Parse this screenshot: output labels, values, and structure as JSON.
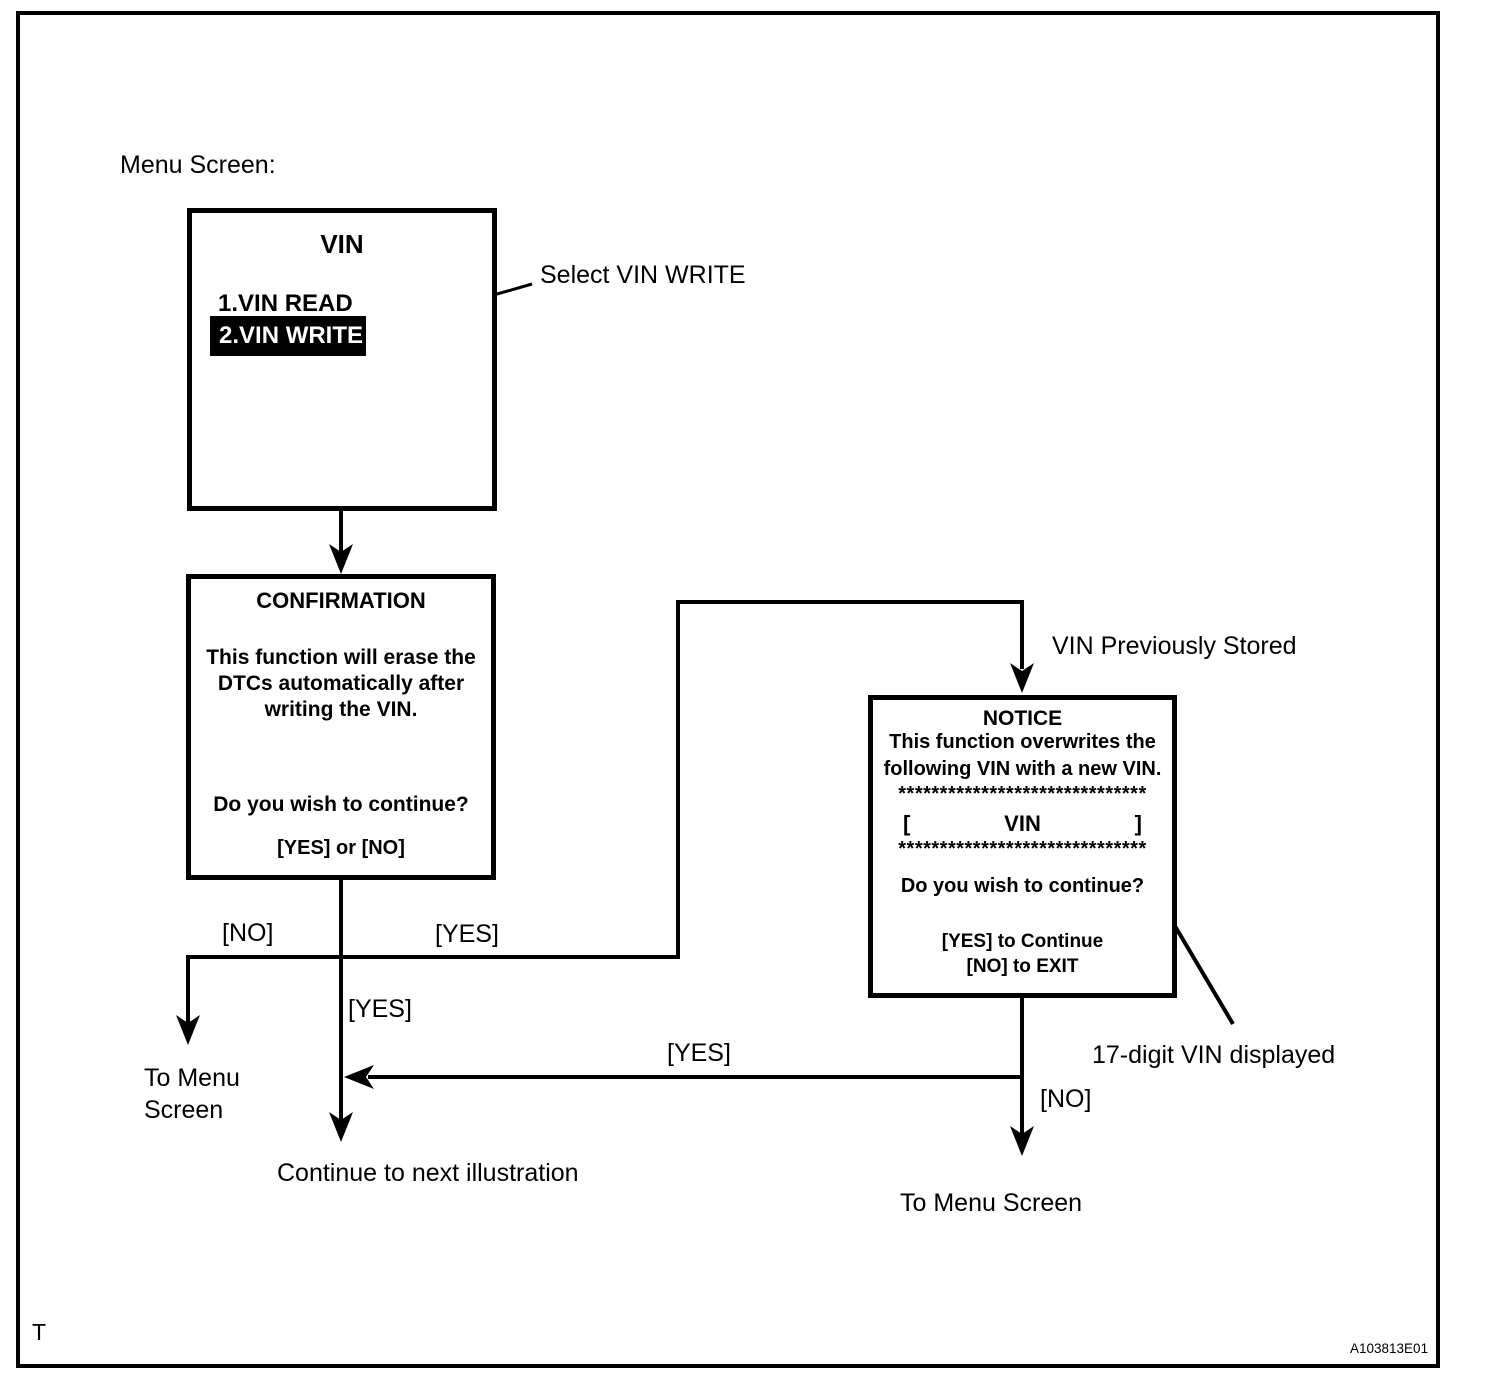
{
  "labels": {
    "menu_screen": "Menu Screen:",
    "select_vin_write": "Select VIN WRITE",
    "vin_previously_stored": "VIN Previously Stored",
    "seventeen_digit_vin": "17-digit VIN displayed"
  },
  "menu_box": {
    "title": "VIN",
    "items": [
      {
        "label": "1.VIN READ",
        "selected": false
      },
      {
        "label": "2.VIN WRITE",
        "selected": true
      }
    ]
  },
  "confirmation_box": {
    "title": "CONFIRMATION",
    "body": [
      "This function will erase the",
      "DTCs automatically after",
      "writing the VIN."
    ],
    "question": "Do you wish to continue?",
    "options": "[YES] or [NO]"
  },
  "notice_box": {
    "title": "NOTICE",
    "body": [
      "This function overwrites the",
      "following VIN with a new VIN."
    ],
    "separator": "******************************",
    "vin_field": {
      "open": "[",
      "label": "VIN",
      "close": "]"
    },
    "question": "Do you wish to continue?",
    "option_yes": "[YES] to Continue",
    "option_no": "[NO] to EXIT"
  },
  "branches": {
    "confirmation_no": "[NO]",
    "confirmation_yes_right": "[YES]",
    "confirmation_yes_down": "[YES]",
    "notice_yes": "[YES]",
    "notice_no": "[NO]"
  },
  "terminals": {
    "to_menu_screen_left": [
      "To Menu",
      "Screen"
    ],
    "continue_next_illustration": "Continue to next illustration",
    "to_menu_screen_right": "To Menu Screen"
  },
  "footer": {
    "left": "T",
    "right": "A103813E01"
  }
}
